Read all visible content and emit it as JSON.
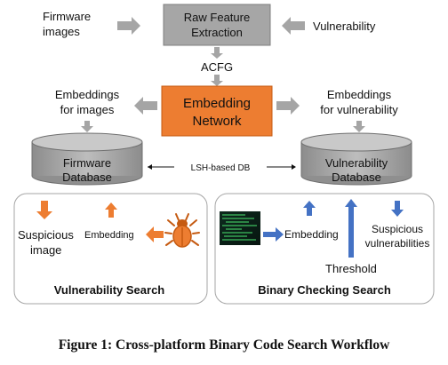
{
  "diagram": {
    "raw_feature": {
      "line1": "Raw Feature",
      "line2": "Extraction"
    },
    "firmware_input": {
      "line1": "Firmware",
      "line2": "images"
    },
    "vulnerability_input": "Vulnerability",
    "acfg_label": "ACFG",
    "embedding_network": {
      "line1": "Embedding",
      "line2": "Network"
    },
    "embeddings_images": {
      "line1": "Embeddings",
      "line2": "for images"
    },
    "embeddings_vuln": {
      "line1": "Embeddings",
      "line2": "for vulnerability"
    },
    "firmware_db": {
      "line1": "Firmware",
      "line2": "Database"
    },
    "vulnerability_db": {
      "line1": "Vulnerability",
      "line2": "Database"
    },
    "lsh_label": "LSH-based DB",
    "left_panel": {
      "suspicious": "Suspicious",
      "image": "image",
      "embedding": "Embedding",
      "title": "Vulnerability Search"
    },
    "right_panel": {
      "embedding": "Embedding",
      "suspicious": "Suspicious",
      "vulnerabilities": "vulnerabilities",
      "threshold": "Threshold",
      "title": "Binary Checking Search"
    },
    "caption": "Figure 1: Cross-platform Binary Code Search Workflow"
  },
  "colors": {
    "gray_box": "#a6a6a6",
    "orange_box": "#ed7d31",
    "gray_arrow": "#a5a5a5",
    "orange_arrow": "#ed7d31",
    "blue_arrow": "#4472c4",
    "cylinder": "#a6a6a6",
    "code_green": "#3fbf5f"
  },
  "icons": [
    "gray-arrow-icon",
    "orange-arrow-icon",
    "blue-arrow-icon",
    "bug-icon",
    "code-thumbnail-icon"
  ]
}
